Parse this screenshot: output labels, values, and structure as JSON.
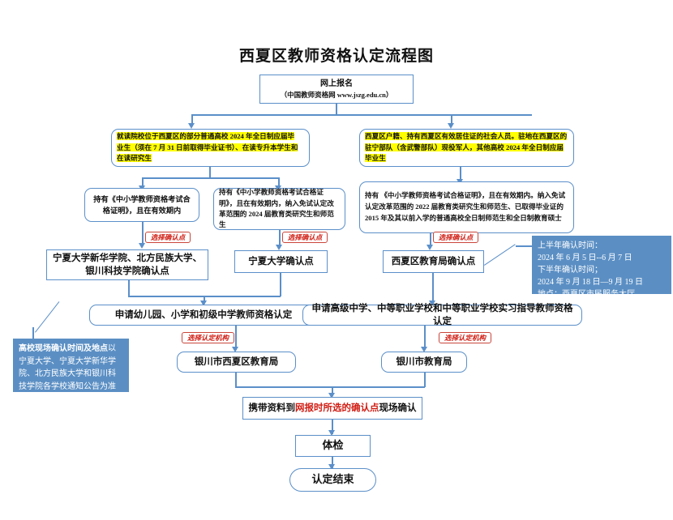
{
  "title": "西夏区教师资格认定流程图",
  "nodes": {
    "start_line1": "网上报名",
    "start_line2": "（中国教师资格网 www.jszg.edu.cn）",
    "cond_left_a": "就读院校位于西夏区的部分普通高校 2024 年全日制应届毕",
    "cond_left_b": "业生（须在 7 月 31 日前取得毕业证书）、",
    "cond_left_c": "在读专升本学生和",
    "cond_left_d": "在读研究生",
    "cond_right_a": "西夏区户籍、持有西夏区有效居住证的社会人员。驻地在西夏区的",
    "cond_right_b": "驻宁部队（含武警部队）现役军人，",
    "cond_right_c": "其他高校 2024 年全日制应届",
    "cond_right_d": "毕业生",
    "req1": "持有《中小学教师资格考试合格证明》，且在有效期内",
    "req2": "持有《中小学教师资格考试合格证明》，且在有效期内，纳入免试认定改革范围的 2024 届教育类研究生和师范生",
    "req3": "持有 《中小学教师资格考试合格证明》，且在有效期内。纳入免试认定改革范围的 2022 届教育类研究生和师范生、已取得毕业证的 2015 年及其以前入学的普通高校全日制师范生和全日制教育硕士",
    "point1": "宁夏大学新华学院、北方民族大学、银川科技学院确认点",
    "point2": "宁夏大学确认点",
    "point3": "西夏区教育局确认点",
    "apply_left": "申请幼儿园、小学和初级中学教师资格认定",
    "apply_right": "申请高级中学、中等职业学校和中等职业学校实习指导教师资格认定",
    "org_left": "银川市西夏区教育局",
    "org_right": "银川市教育局",
    "onsite_pre": "携带资料到",
    "onsite_red": "网报时所选的确认点",
    "onsite_post": "现场确认",
    "medical": "体检",
    "end": "认定结束"
  },
  "tags": {
    "choose_point_1": "选择确认点",
    "choose_point_2": "选择确认点",
    "choose_point_3": "选择确认点",
    "choose_org_1": "选择认定机构",
    "choose_org_2": "选择认定机构"
  },
  "notes": {
    "right": {
      "l1": "上半年确认时间：",
      "l2": "2024 年 6 月 5 日--6 月 7 日",
      "l3": "下半年确认时间；",
      "l4": "2024 年 9 月 18 日—9 月 19 日",
      "l5": "地点：西夏区市民服务大厅"
    },
    "left": {
      "bold": "高校现场确认时间及地点",
      "rest": "以宁夏大学、宁夏大学新华学院、北方民族大学和银川科技学院各学校通知公告为准"
    }
  },
  "colors": {
    "line": "#5b8fc9",
    "highlight": "#ffff00",
    "note_bg": "#5b8fc4",
    "tag_text": "#d01e14"
  }
}
